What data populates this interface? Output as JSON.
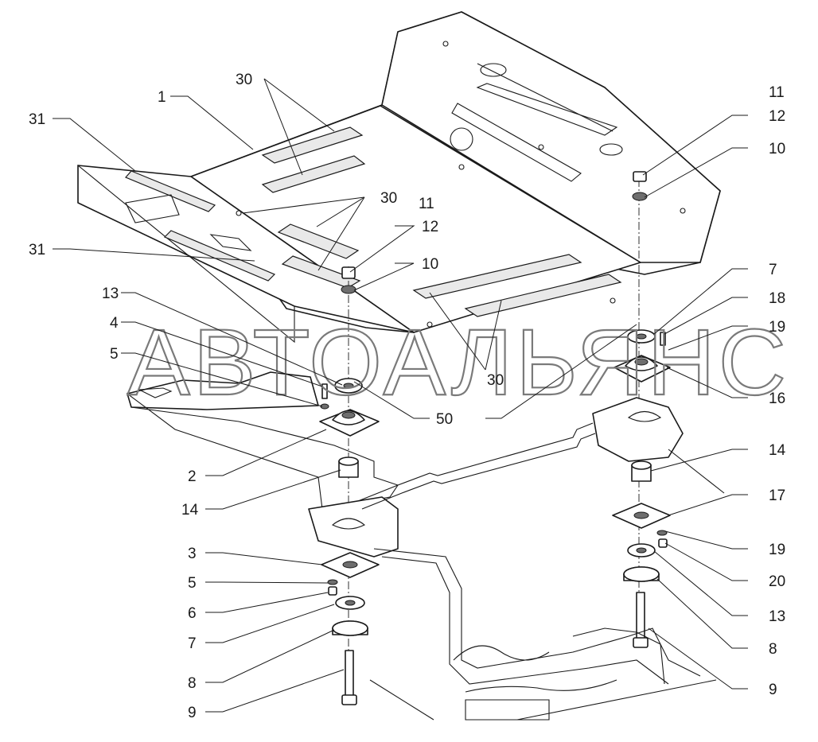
{
  "watermark": "АВТОАЛЬЯНС",
  "callouts": {
    "c1": "1",
    "c31a": "31",
    "c31b": "31",
    "c30a": "30",
    "c30b": "30",
    "c30c": "30",
    "c11a": "11",
    "c12a": "12",
    "c10a": "10",
    "c11b": "11",
    "c12b": "12",
    "c10b": "10",
    "c13a": "13",
    "c4": "4",
    "c5a": "5",
    "c2": "2",
    "c14a": "14",
    "c3": "3",
    "c5b": "5",
    "c6": "6",
    "c7a": "7",
    "c8a": "8",
    "c9a": "9",
    "c50": "50",
    "c7b": "7",
    "c18": "18",
    "c19a": "19",
    "c16": "16",
    "c14b": "14",
    "c17": "17",
    "c19b": "19",
    "c20": "20",
    "c13b": "13",
    "c8b": "8",
    "c9b": "9"
  }
}
